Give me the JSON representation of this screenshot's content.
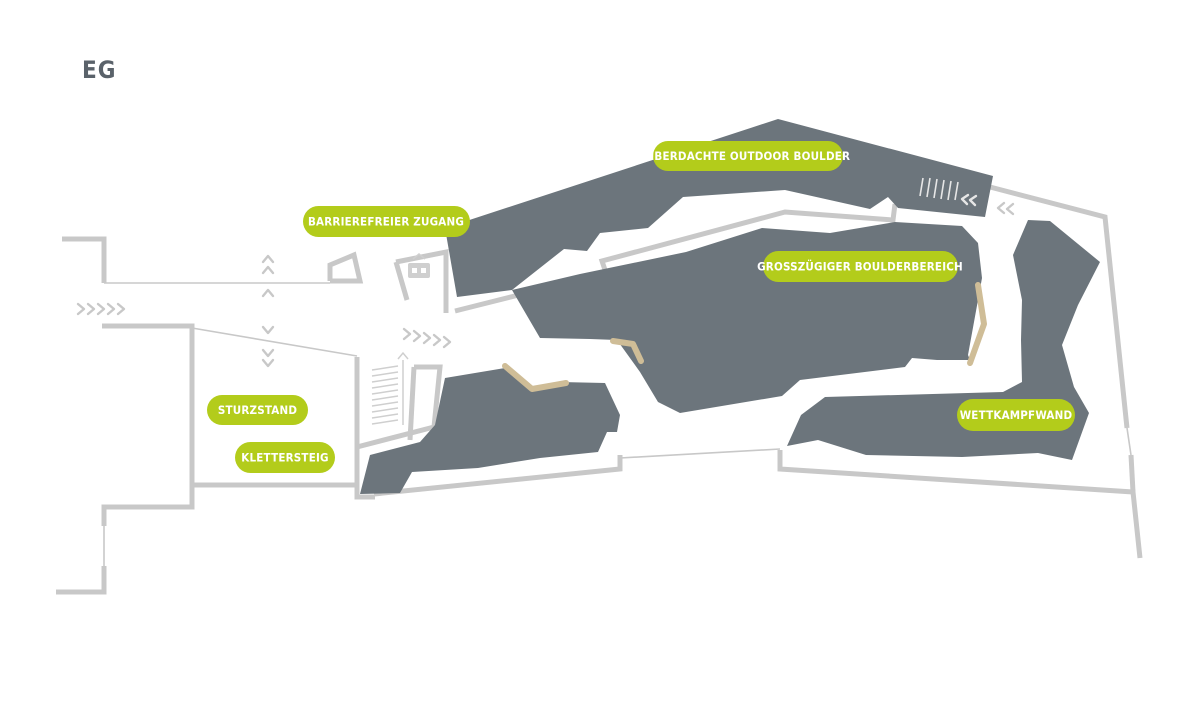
{
  "floor": {
    "label": "EG"
  },
  "labels": {
    "outdoor": "ÜBERDACHTE OUTDOOR BOULDER",
    "barrier": "BARRIEREFREIER ZUGANG",
    "boulder": "GROSSZÜGIGER BOULDERBEREICH",
    "sturz": "STURZSTAND",
    "kletter": "KLETTERSTEIG",
    "wettkampf": "WETTKAMPFWAND"
  },
  "icons": {
    "elevator": "elevator-icon",
    "stairs": "stairs-icon",
    "direction": "chevron-arrow-icon"
  },
  "colors": {
    "label_background": "#b3cc1b",
    "climbing_area": "#6c757c",
    "walls": "#c8c8c8",
    "wooden_elements": "#cfbd97"
  }
}
